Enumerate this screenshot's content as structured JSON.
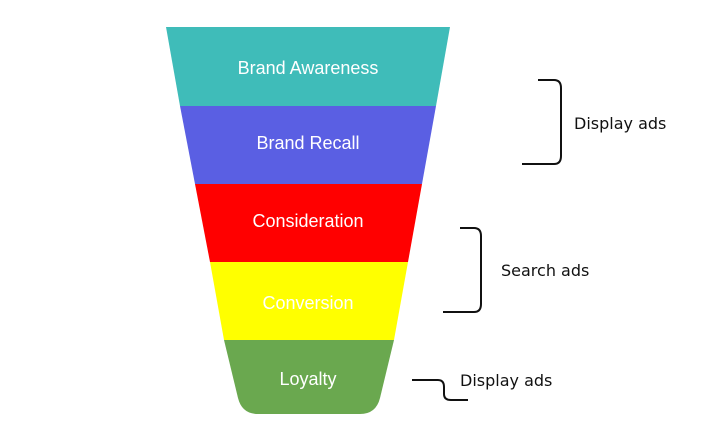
{
  "funnel": {
    "stages": [
      {
        "label": "Brand Awareness",
        "color": "#3fbcb9"
      },
      {
        "label": "Brand Recall",
        "color": "#5a5fe3"
      },
      {
        "label": "Consideration",
        "color": "#ff0000"
      },
      {
        "label": "Conversion",
        "color": "#ffff00"
      },
      {
        "label": "Loyalty",
        "color": "#6aa84f"
      }
    ],
    "label_color": "#ffffff"
  },
  "brackets": [
    {
      "label": "Display ads",
      "spans": [
        "Brand Awareness",
        "Brand Recall"
      ]
    },
    {
      "label": "Search ads",
      "spans": [
        "Consideration",
        "Conversion"
      ]
    },
    {
      "label": "Display ads",
      "spans": [
        "Loyalty"
      ]
    }
  ]
}
